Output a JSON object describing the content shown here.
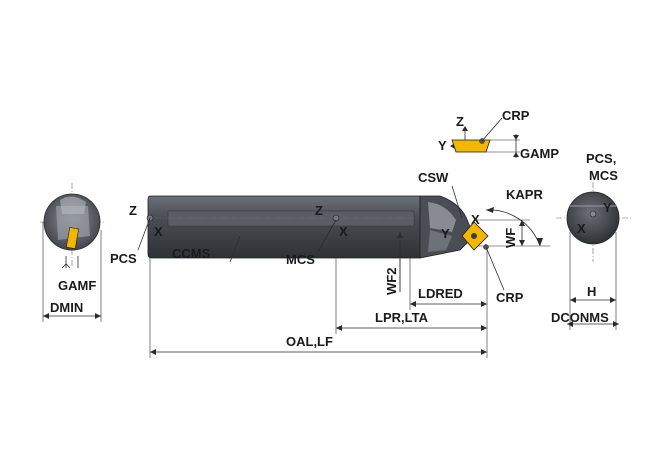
{
  "labels": {
    "z_left": "Z",
    "x_left": "X",
    "pcs": "PCS",
    "ccms": "CCMS",
    "z_mid": "Z",
    "x_mid": "X",
    "mcs": "MCS",
    "wf2": "WF2",
    "ldred": "LDRED",
    "lpr_lta": "LPR,LTA",
    "oal_lf": "OAL,LF",
    "crp_bottom": "CRP",
    "crp_top": "CRP",
    "z_insert": "Z",
    "y_insert": "Y",
    "gamp": "GAMP",
    "csw": "CSW",
    "kapr": "KAPR",
    "wf": "WF",
    "x_head": "X",
    "y_head": "Y",
    "gamf": "GAMF",
    "dmin": "DMIN",
    "pcs_mcs_1": "PCS,",
    "pcs_mcs_2": "MCS",
    "y_end": "Y",
    "x_end": "X",
    "h": "H",
    "dconms": "DCONMS"
  },
  "colors": {
    "body": "#3c3f44",
    "body_highlight": "#6d7178",
    "insert": "#f2b705",
    "line": "#2b2b2b"
  }
}
